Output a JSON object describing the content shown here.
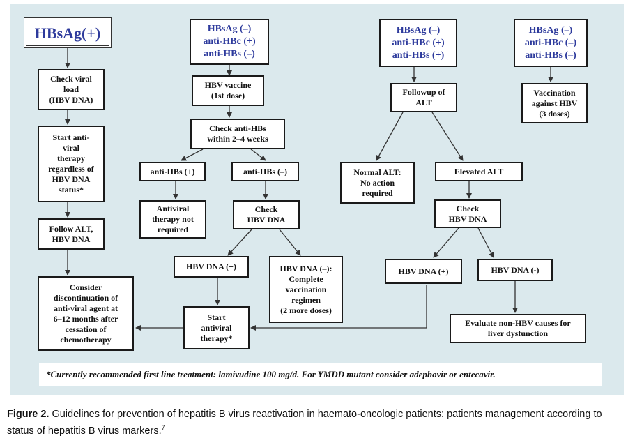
{
  "boxes": {
    "hbsag_pos": "HBsAg(+)",
    "check_viral_load": "Check viral\nload\n(HBV DNA)",
    "start_antiviral_regardless": "Start anti-\nviral\ntherapy\nregardless of\nHBV DNA\nstatus*",
    "follow_alt_dna": "Follow ALT,\nHBV DNA",
    "consider_discontinuation": "Consider\ndiscontinuation of\nanti-viral agent at\n6–12 months after\ncessation of\nchemotherapy",
    "markers_col2": "HBsAg (–)\nanti-HBc (+)\nanti-HBs (–)",
    "hbv_vaccine": "HBV vaccine\n(1st dose)",
    "check_antihbs": "Check anti-HBs\nwithin 2–4 weeks",
    "antihbs_pos": "anti-HBs (+)",
    "antihbs_neg": "anti-HBs (–)",
    "antiviral_not_required": "Antiviral\ntherapy not\nrequired",
    "check_dna_col2": "Check\nHBV DNA",
    "dna_pos_col2": "HBV DNA (+)",
    "dna_neg_col2": "HBV DNA (–):\nComplete\nvaccination\nregimen\n(2 more doses)",
    "start_antiviral": "Start\nantiviral\ntherapy*",
    "markers_col3": "HBsAg (–)\nanti-HBc (+)\nanti-HBs (+)",
    "followup_alt": "Followup of\nALT",
    "normal_alt": "Normal ALT:\nNo action\nrequired",
    "elevated_alt": "Elevated ALT",
    "check_dna_col3": "Check\nHBV DNA",
    "dna_pos_col3": "HBV DNA (+)",
    "dna_neg_col3": "HBV DNA (-)",
    "evaluate_non_hbv": "Evaluate non-HBV causes for\nliver dysfunction",
    "markers_col4": "HBsAg (–)\nanti-HBc (–)\nanti-HBs (–)",
    "vaccination_3doses": "Vaccination\nagainst HBV\n(3 doses)"
  },
  "footnote": "*Currently recommended first line treatment: lamivudine 100 mg/d. For YMDD mutant consider adephovir or entecavir.",
  "caption": {
    "label": "Figure 2.",
    "text": " Guidelines for prevention of hepatitis B virus reactivation in haemato-oncologic patients: patients management according to status of hepatitis B virus markers.",
    "ref": "7"
  },
  "colors": {
    "panel": "#dbe9ed",
    "marker_text": "#2d3a9c",
    "arrow": "#333333"
  }
}
